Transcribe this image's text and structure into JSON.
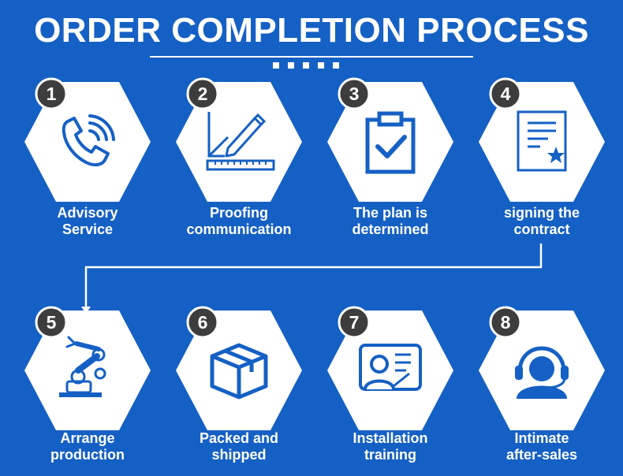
{
  "title": "ORDER COMPLETION PROCESS",
  "colors": {
    "background": "#1560c4",
    "hexagon": "#ffffff",
    "icon": "#1560c4",
    "badge_fill": "#3d3d3d",
    "badge_ring": "#ffffff",
    "text": "#ffffff"
  },
  "steps": [
    {
      "number": "1",
      "label_lines": [
        "Advisory",
        "Service"
      ],
      "icon": "phone-ringing-icon"
    },
    {
      "number": "2",
      "label_lines": [
        "Proofing",
        "communication"
      ],
      "icon": "ruler-pen-design-icon"
    },
    {
      "number": "3",
      "label_lines": [
        "The plan is",
        "determined"
      ],
      "icon": "clipboard-check-icon"
    },
    {
      "number": "4",
      "label_lines": [
        "signing the",
        "contract"
      ],
      "icon": "contract-document-icon"
    },
    {
      "number": "5",
      "label_lines": [
        "Arrange",
        "production"
      ],
      "icon": "robotic-arm-icon"
    },
    {
      "number": "6",
      "label_lines": [
        "Packed and",
        "shipped"
      ],
      "icon": "package-box-icon"
    },
    {
      "number": "7",
      "label_lines": [
        "Installation",
        "training"
      ],
      "icon": "presentation-training-icon"
    },
    {
      "number": "8",
      "label_lines": [
        "Intimate",
        "after-sales"
      ],
      "icon": "headset-support-icon"
    }
  ]
}
